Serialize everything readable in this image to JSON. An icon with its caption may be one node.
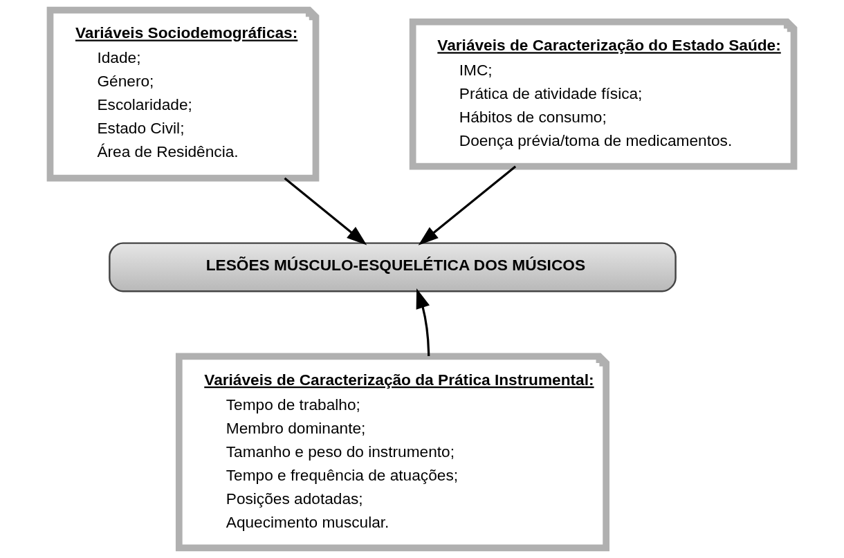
{
  "diagram": {
    "nodes": [
      {
        "text": [
          "Variáveis Sociodemográficas:",
          "Idade;",
          "Género;",
          "Escolaridade;",
          "Estado Civil;",
          "Área de Residência."
        ]
      },
      {
        "text": [
          "Variáveis de Caracterização do Estado Saúde:",
          "IMC;",
          "Prática de atividade física;",
          "Hábitos de consumo;",
          "Doença prévia/toma de medicamentos."
        ]
      },
      {
        "text": [
          "LESÕES MÚSCULO-ESQUELÉTICA DOS MÚSICOS"
        ]
      },
      {
        "text": [
          "Variáveis de Caracterização da Prática Instrumental:",
          "Tempo de trabalho;",
          "Membro dominante;",
          "Tamanho e peso do instrumento;",
          "Tempo e frequência de atuações;",
          "Posições adotadas;",
          "Aquecimento muscular."
        ]
      }
    ],
    "edges": [
      {
        "from": 0,
        "to": 2,
        "arrow": "to"
      },
      {
        "from": 1,
        "to": 2,
        "arrow": "to"
      },
      {
        "from": 3,
        "to": 2,
        "arrow": "to"
      }
    ]
  }
}
